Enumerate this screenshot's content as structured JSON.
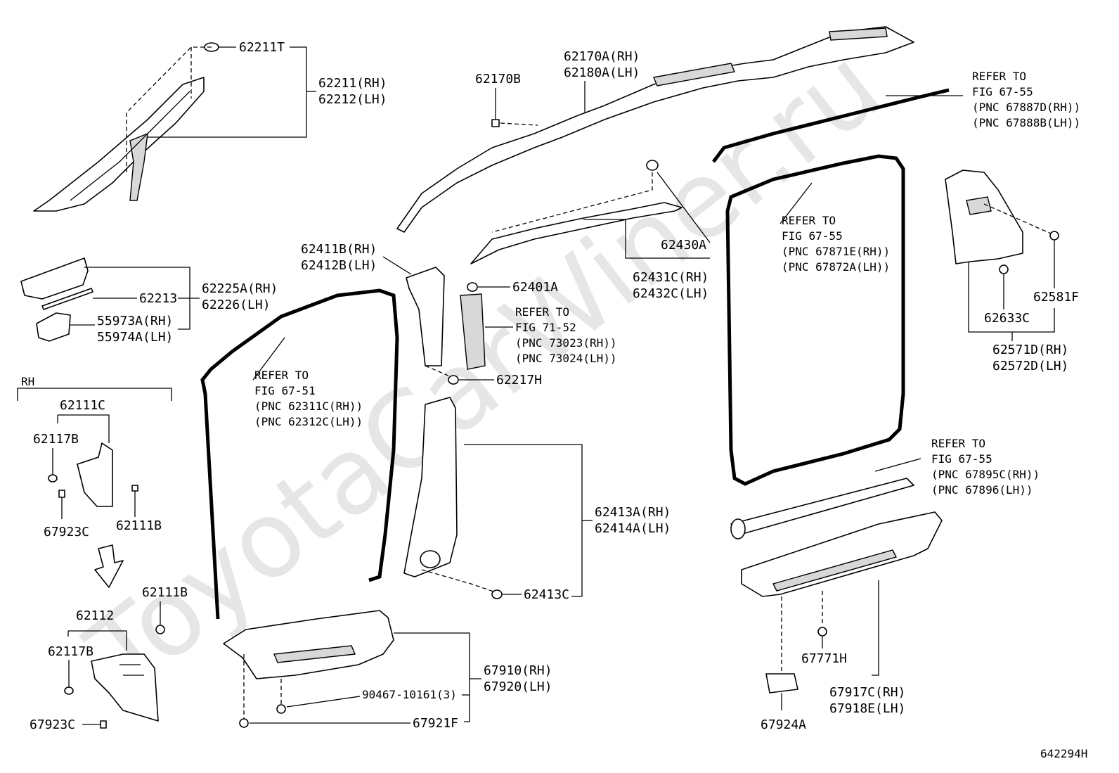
{
  "labels": {
    "p62211T": "62211T",
    "p62211": "62211(RH)",
    "p62212": "62212(LH)",
    "p62225A": "62225A(RH)",
    "p62226": "62226(LH)",
    "p62213": "62213",
    "p55973A": "55973A(RH)",
    "p55974A": "55974A(LH)",
    "rh": "RH",
    "p62111C": "62111C",
    "p62117B_a": "62117B",
    "p67923C_a": "67923C",
    "p62111B_a": "62111B",
    "p62111B_b": "62111B",
    "p62112": "62112",
    "p62117B_b": "62117B",
    "p67923C_b": "67923C",
    "p62170B": "62170B",
    "p62170A": "62170A(RH)",
    "p62180A": "62180A(LH)",
    "p62411B": "62411B(RH)",
    "p62412B": "62412B(LH)",
    "p62401A": "62401A",
    "p62217H": "62217H",
    "p62430A": "62430A",
    "p62431C": "62431C(RH)",
    "p62432C": "62432C(LH)",
    "p62413A": "62413A(RH)",
    "p62414A": "62414A(LH)",
    "p62413C": "62413C",
    "p67910": "67910(RH)",
    "p67920": "67920(LH)",
    "p90467": "90467-10161(3)",
    "p67921F": "67921F",
    "p62581F": "62581F",
    "p62633C": "62633C",
    "p62571D": "62571D(RH)",
    "p62572D": "62572D(LH)",
    "p67771H": "67771H",
    "p67917C": "67917C(RH)",
    "p67918E": "67918E(LH)",
    "p67924A": "67924A",
    "code": "642294H"
  },
  "refs": {
    "ref6751": [
      "REFER TO",
      "FIG 67-51",
      "(PNC 62311C(RH))",
      "(PNC 62312C(LH))"
    ],
    "ref7152": [
      "REFER TO",
      "FIG 71-52",
      "(PNC 73023(RH))",
      "(PNC 73024(LH))"
    ],
    "ref6755a": [
      "REFER TO",
      "FIG 67-55",
      "(PNC 67887D(RH))",
      "(PNC 67888B(LH))"
    ],
    "ref6755b": [
      "REFER TO",
      "FIG 67-55",
      "(PNC 67871E(RH))",
      "(PNC 67872A(LH))"
    ],
    "ref6755c": [
      "REFER TO",
      "FIG 67-55",
      "(PNC 67895C(RH))",
      "(PNC 67896(LH))"
    ]
  },
  "watermark": "ToyotaCarWiner.ru"
}
